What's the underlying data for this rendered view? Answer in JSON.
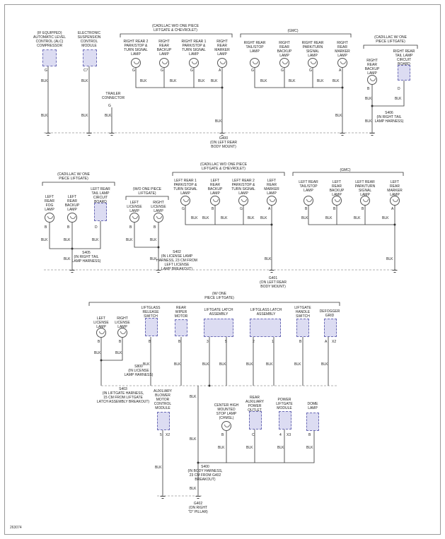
{
  "footer_id": "263074",
  "wire_color": "BLK",
  "groups": {
    "cadillac_wo_chev_1": "(CADILLAC W/O ONE PIECE\nLIFTGATE & CHEVROLET)",
    "gmc_1": "(GMC)",
    "cadillac_w_1": "(CADILLAC W/ ONE\nPIECE LIFTGATE)",
    "cadillac_w_2": "(CADILLAC W/ ONE\nPIECE LIFTGATE)",
    "wo_one_piece": "(W/O ONE PIECE\nLIFTGATE)",
    "cadillac_wo_chev_2": "(CADILLAC W/O ONE PIECE\nLIFTGATE & CHEVROLET)",
    "gmc_2": "(GMC)",
    "w_one_piece": "(W/ ONE\nPIECE LIFTGATE)"
  },
  "components": {
    "alc": "(IF EQUIPPED)\nAUTOMATIC LEVEL\nCONTROL (ALC)\nCOMPRESSOR",
    "esc": "ELECTRONIC\nSUSPENSION\nCONTROL\nMODULE",
    "trailer": "TRAILER\nCONNECTOR",
    "rr2_park": "RIGHT REAR 2\nPARK/STOP &\nTURN SIGNAL\nLAMP",
    "r_backup_1": "RIGHT\nREAR\nBACKUP\nLAMP",
    "rr1_park": "RIGHT REAR 1\nPARK/STOP &\nTURN SIGNAL\nLAMP",
    "r_marker_1": "RIGHT\nREAR\nMARKER\nLAMP",
    "r_tailstop": "RIGHT REAR\nTAIL/STOP\nLAMP",
    "r_backup_2": "RIGHT\nREAR\nBACKUP\nLAMP",
    "r_park_turn": "RIGHT REAR\nPARK/TURN\nSIGNAL\nLAMP",
    "r_marker_2": "RIGHT\nREAR\nMARKER\nLAMP",
    "r_backup_3": "RIGHT\nREAR\nBACKUP\nLAMP",
    "r_tail_board": "RIGHT REAR\nTAIL LAMP\nCIRCUIT\nBOARD",
    "l_fog": "LEFT\nREAR\nFOG\nLAMP",
    "l_backup_1": "LEFT\nREAR\nBACKUP\nLAMP",
    "l_tail_board": "LEFT REAR\nTAIL LAMP\nCIRCUIT\nBOARD",
    "l_license_1": "LEFT\nLICENSE\nLAMP",
    "r_license_1": "RIGHT\nLICENSE\nLAMP",
    "lr1_park": "LEFT REAR 1\nPARK/STOP &\nTURN SIGNAL\nLAMP",
    "l_backup_2": "LEFT\nREAR\nBACKUP\nLAMP",
    "lr2_park": "LEFT REAR 2\nPARK/STOP &\nTURN SIGNAL\nLAMP",
    "l_marker_1": "LEFT\nREAR\nMARKER\nLAMP",
    "l_tailstop": "LEFT REAR\nTAIL/STOP\nLAMP",
    "l_backup_3": "LEFT\nREAR\nBACKUP\nLAMP",
    "l_park_turn": "LEFT REAR\nPARK/TURN\nSIGNAL\nLAMP",
    "l_marker_2": "LEFT\nREAR\nMARKER\nLAMP",
    "l_license_2": "LEFT\nLICENSE\nLAMP",
    "r_license_2": "RIGHT\nLICENSE\nLAMP",
    "liftglass_switch": "LIFTGLASS\nRELEASE\nSWITCH",
    "wiper_motor": "REAR\nWIPER\nMOTOR",
    "liftgate_latch": "LIFTGATE LATCH\nASSEMBLY",
    "liftglass_latch": "LIFTGLASS LATCH\nASSEMBLY",
    "liftgate_handle": "LIFTGATE\nHANDLE\nSWITCH",
    "defogger": "DEFOGGER\nGRID",
    "aux_blower": "AUXILIARY\nBLOWER\nMOTOR\nCONTROL\nMODULE",
    "chmsl": "CENTER HIGH\nMOUNTED\nSTOP LAMP\n(CHMSL)",
    "aux_outlet": "REAR\nAUXILIARY\nPOWER\nOUTLET",
    "power_liftgate": "POWER\nLIFTGATE\nMODULE",
    "dome": "DOME\nLAMP"
  },
  "grounds": {
    "g400": "G400\n(ON LEFT REAR\nBODY MOUNT)",
    "g401": "G401\n(ON LEFT REAR\nBODY MOUNT)",
    "g402": "G402\n(ON RIGHT\n\"D\" PILLAR)"
  },
  "splices": {
    "s406": "S406\n(IN RIGHT TAIL\nLAMP HARNESS)",
    "s405": "S405\n(IN RIGHT TAIL\nLAMP HARNESS)",
    "s402": "S402\n(IN LICENSE LAMP\nHARNESS, 23 CM FROM\nLEFT LICENSE\nLAMP BREAKOUT)",
    "s800": "S800\n(IN LICENSE\nLAMP HARNESS)",
    "s403": "S403\n(IN LIFTGATE HARNESS,\n15 CM FROM LIFTGATE\nLATCH ASSEMBLY BREAKOUT)",
    "s400": "S400\n(IN BODY HARNESS,\n23 CM FROM G402\nBREAKOUT)"
  },
  "pins": {
    "alc": "G",
    "esc": "C7",
    "trailer": "G",
    "rr2_park": "G",
    "r_backup_1": "G",
    "rr1_park": "G",
    "r_marker_1": "A",
    "r_tailstop": "G",
    "r_backup_2": "G",
    "r_park_turn": "G",
    "r_marker_2": "A",
    "r_backup_3": "B",
    "r_tail_board": "D",
    "l_fog": "B",
    "l_backup_1": "B",
    "l_tail_board": "D",
    "l_license_1": "B",
    "r_license_1": "B",
    "lr1_park": "G",
    "l_backup_2": "B",
    "lr2_park": "G",
    "l_marker_1": "A",
    "l_tailstop": "B",
    "l_backup_3": "B",
    "l_park_turn": "B",
    "l_marker_2": "A",
    "l_license_2": "B",
    "r_license_2": "B",
    "liftglass_switch": "B",
    "wiper_motor": "B",
    "liftgate_latch_a": "3",
    "liftgate_latch_b": "5",
    "liftglass_latch_a": "2",
    "liftglass_latch_b": "1",
    "liftgate_handle": "B",
    "defogger_a": "A",
    "defogger_b": "X2",
    "aux_blower_a": "5",
    "aux_blower_b": "X2",
    "chmsl": "B",
    "aux_outlet": "C",
    "power_liftgate_a": "4",
    "power_liftgate_b": "X3",
    "dome": "B"
  }
}
